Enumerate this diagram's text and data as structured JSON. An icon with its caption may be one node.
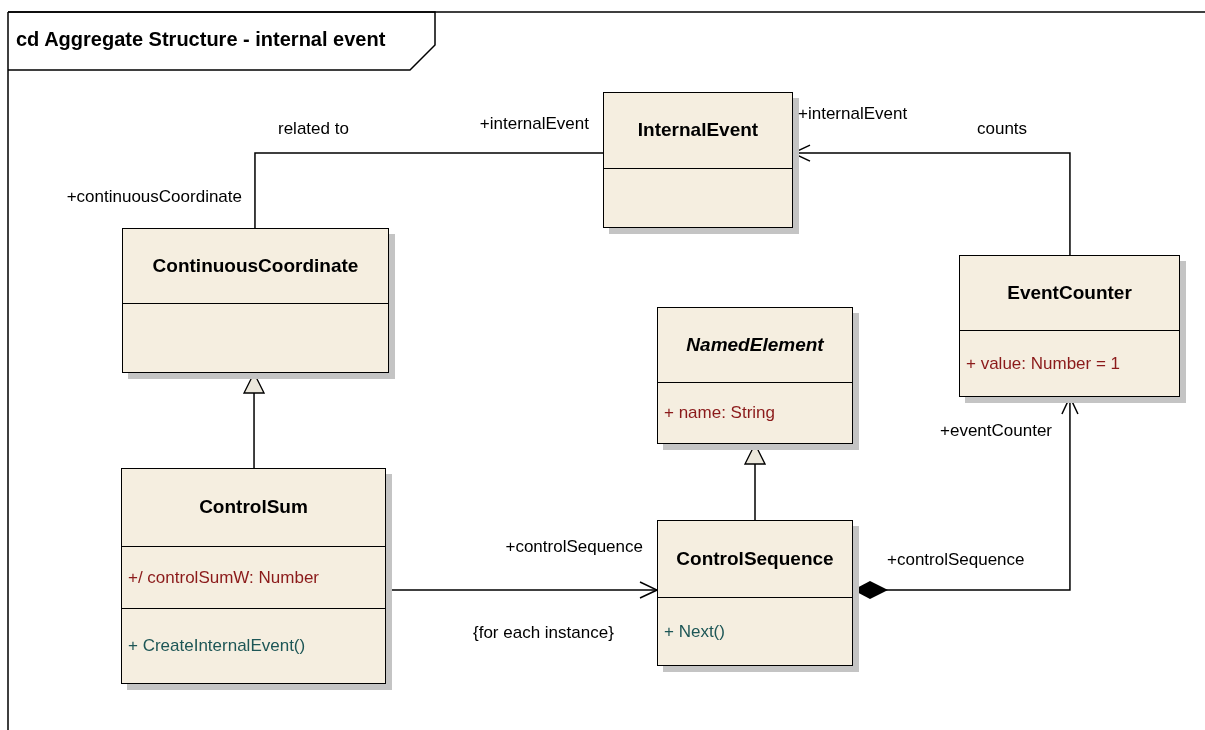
{
  "diagram": {
    "title": "cd Aggregate Structure - internal event",
    "nodes": [
      {
        "text": [
          "InternalEvent"
        ]
      },
      {
        "text": [
          "ContinuousCoordinate"
        ]
      },
      {
        "text": [
          "EventCounter",
          "+ value: Number = 1"
        ]
      },
      {
        "text": [
          "NamedElement",
          "+ name: String"
        ]
      },
      {
        "text": [
          "ControlSum",
          "+/ controlSumW: Number",
          "+ CreateInternalEvent()"
        ]
      },
      {
        "text": [
          "ControlSequence",
          "+ Next()"
        ]
      }
    ],
    "edges": [
      {
        "from": 1,
        "to": 0,
        "arrow": "none",
        "label": "related to"
      },
      {
        "from": 2,
        "to": 0,
        "arrow": "to",
        "label": "counts"
      },
      {
        "from": 4,
        "to": 1,
        "arrow": "to"
      },
      {
        "from": 5,
        "to": 3,
        "arrow": "to"
      },
      {
        "from": 4,
        "to": 5,
        "arrow": "to",
        "label": "{for each instance}"
      },
      {
        "from": 5,
        "to": 2,
        "arrow": "to"
      }
    ],
    "labels": [
      "+internalEvent",
      "+internalEvent",
      "+continuousCoordinate",
      "+eventCounter",
      "+controlSequence",
      "+controlSequence"
    ]
  }
}
